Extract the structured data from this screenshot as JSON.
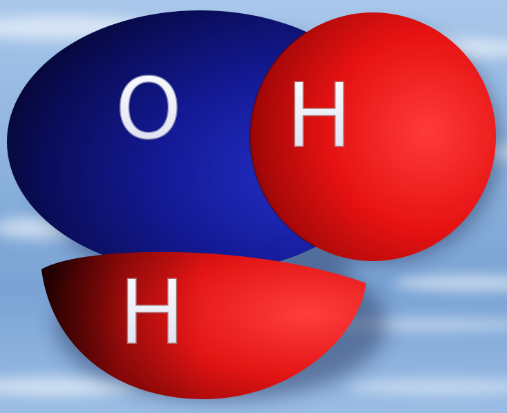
{
  "diagram": {
    "atoms": [
      {
        "id": "oxygen",
        "symbol": "O",
        "color": "#1a1aa0"
      },
      {
        "id": "hydrogen-right",
        "symbol": "H",
        "color": "#e01010"
      },
      {
        "id": "hydrogen-bottom",
        "symbol": "H",
        "color": "#e01010"
      }
    ],
    "background_color": "#8fb3dc",
    "label_color": "#ffffff"
  }
}
